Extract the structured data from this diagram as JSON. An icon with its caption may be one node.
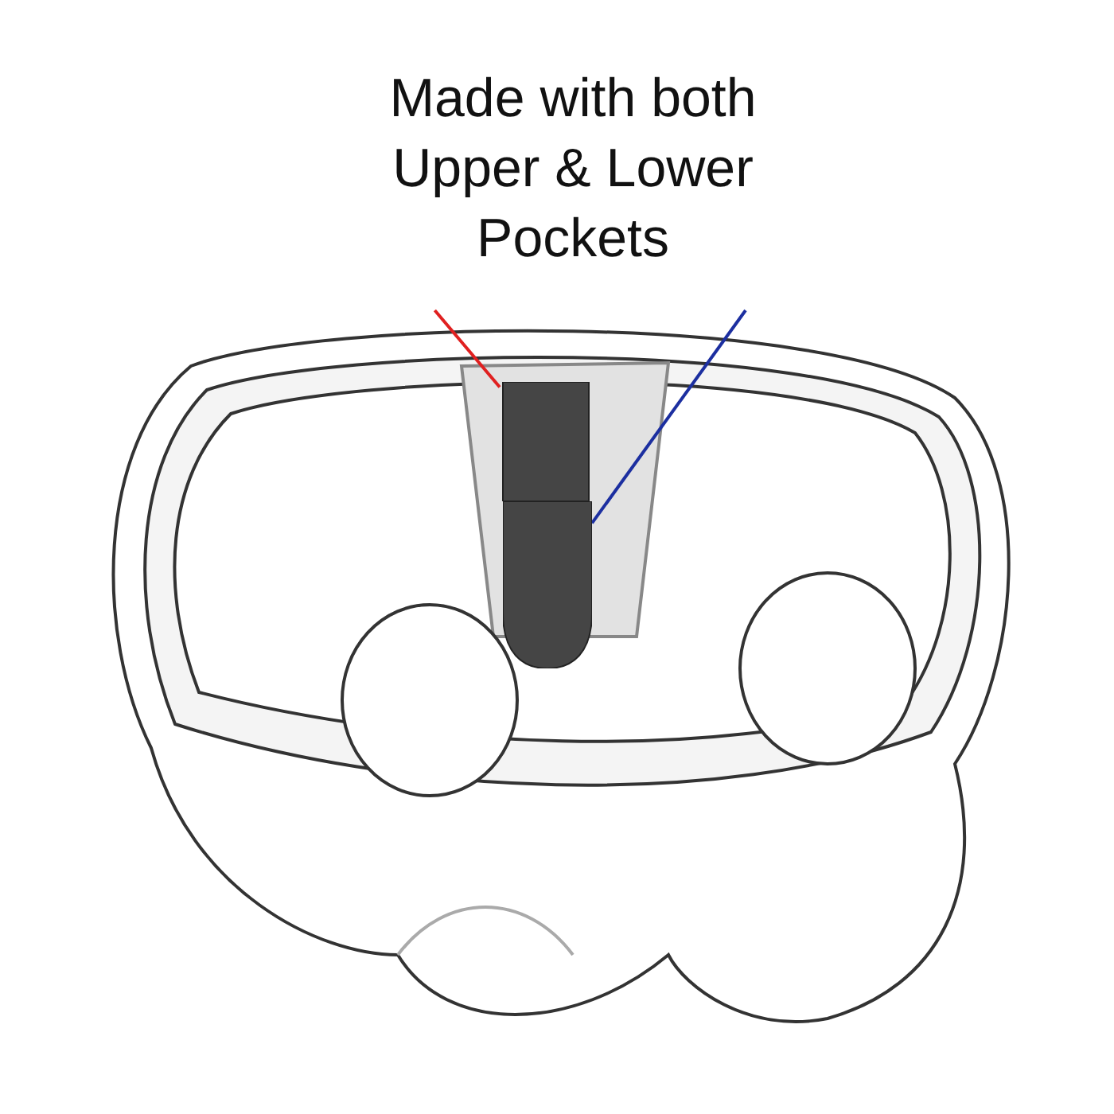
{
  "diagram": {
    "nodes": [
      {
        "text": [
          "Made with both Upper & Lower Pockets"
        ]
      },
      {
        "text": [],
        "shape": "box"
      },
      {
        "text": [],
        "shape": "box"
      }
    ],
    "edges": [
      {
        "from": 0,
        "to": 1,
        "arrow": "none",
        "color": "#e02020"
      },
      {
        "from": 0,
        "to": 2,
        "arrow": "none",
        "color": "#1c2fa0"
      }
    ]
  }
}
